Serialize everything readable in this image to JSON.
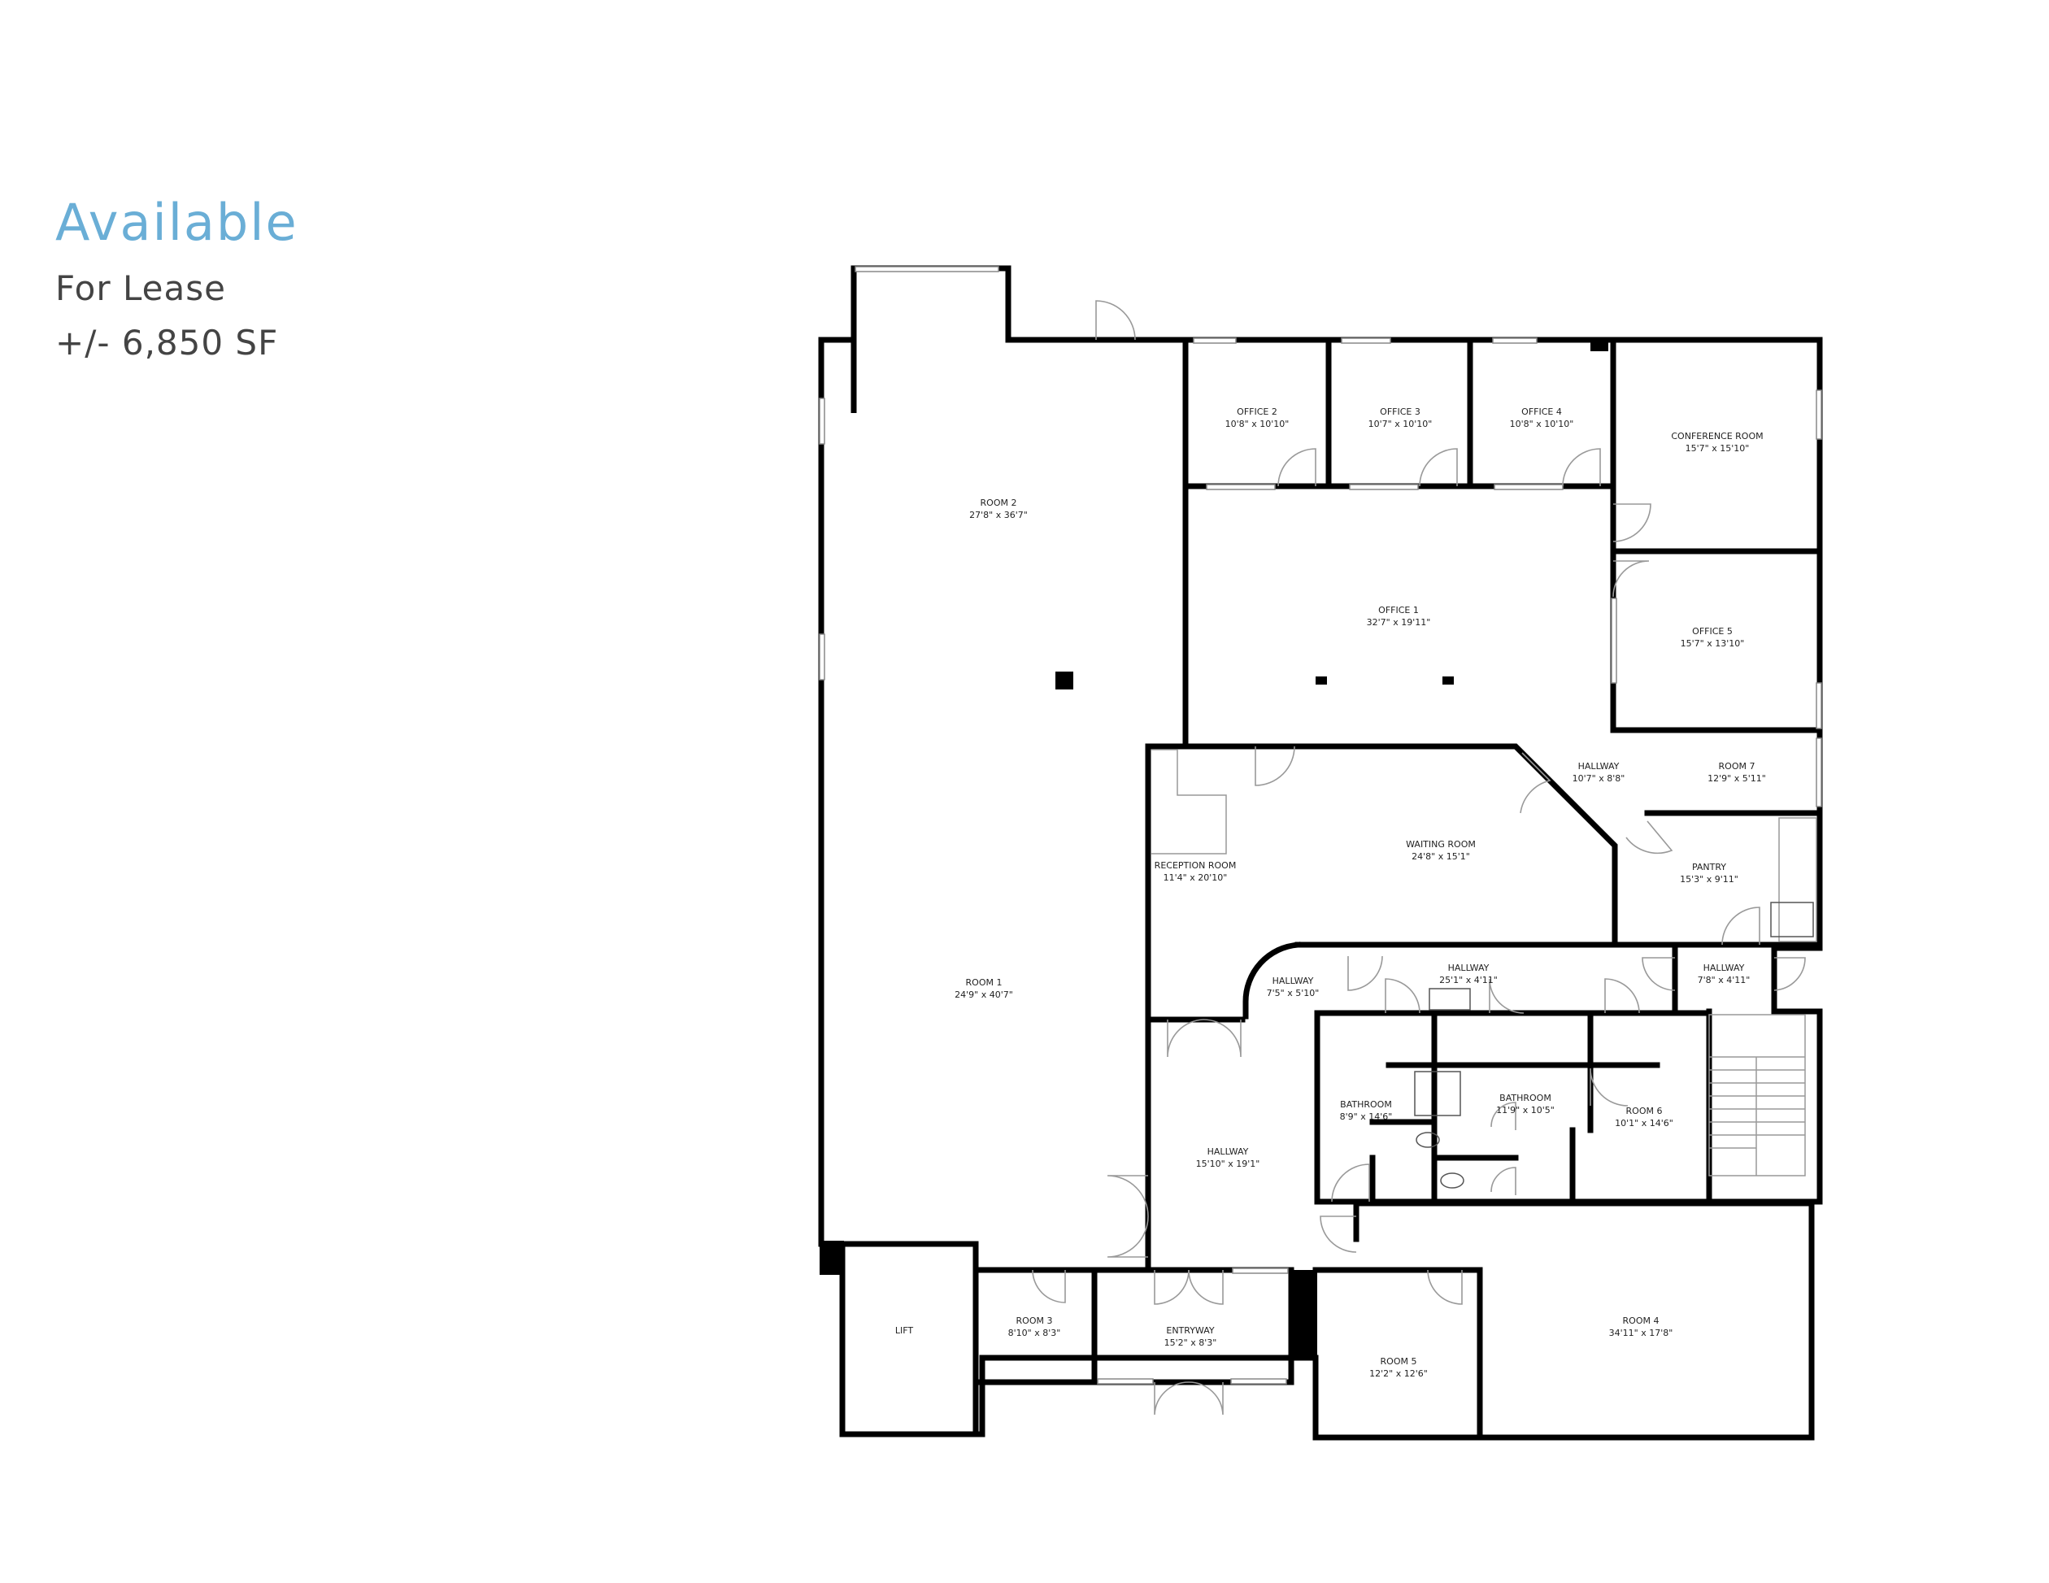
{
  "header": {
    "title": "Available",
    "subtitle": "For Lease",
    "area": "+/- 6,850 SF"
  },
  "colors": {
    "accent": "#6aaed6",
    "text": "#444444",
    "wall": "#000000"
  },
  "rooms": [
    {
      "id": "room2",
      "name": "ROOM 2",
      "dims": "27'8\" x 36'7\""
    },
    {
      "id": "room1",
      "name": "ROOM 1",
      "dims": "24'9\" x 40'7\""
    },
    {
      "id": "office2",
      "name": "OFFICE 2",
      "dims": "10'8\" x 10'10\""
    },
    {
      "id": "office3",
      "name": "OFFICE 3",
      "dims": "10'7\" x 10'10\""
    },
    {
      "id": "office4",
      "name": "OFFICE 4",
      "dims": "10'8\" x 10'10\""
    },
    {
      "id": "conference",
      "name": "CONFERENCE ROOM",
      "dims": "15'7\" x 15'10\""
    },
    {
      "id": "office1",
      "name": "OFFICE 1",
      "dims": "32'7\" x 19'11\""
    },
    {
      "id": "office5",
      "name": "OFFICE 5",
      "dims": "15'7\" x 13'10\""
    },
    {
      "id": "hallway1",
      "name": "HALLWAY",
      "dims": "10'7\" x 8'8\""
    },
    {
      "id": "room7",
      "name": "ROOM 7",
      "dims": "12'9\" x 5'11\""
    },
    {
      "id": "waiting",
      "name": "WAITING ROOM",
      "dims": "24'8\" x 15'1\""
    },
    {
      "id": "reception",
      "name": "RECEPTION ROOM",
      "dims": "11'4\" x 20'10\""
    },
    {
      "id": "pantry",
      "name": "PANTRY",
      "dims": "15'3\" x 9'11\""
    },
    {
      "id": "hallway2",
      "name": "HALLWAY",
      "dims": "7'5\" x 5'10\""
    },
    {
      "id": "hallway3",
      "name": "HALLWAY",
      "dims": "25'1\" x 4'11\""
    },
    {
      "id": "hallway4",
      "name": "HALLWAY",
      "dims": "7'8\" x 4'11\""
    },
    {
      "id": "bathroom1",
      "name": "BATHROOM",
      "dims": "8'9\" x 14'6\""
    },
    {
      "id": "bathroom2",
      "name": "BATHROOM",
      "dims": "11'9\" x 10'5\""
    },
    {
      "id": "room6",
      "name": "ROOM 6",
      "dims": "10'1\" x 14'6\""
    },
    {
      "id": "hallway5",
      "name": "HALLWAY",
      "dims": "15'10\" x 19'1\""
    },
    {
      "id": "lift",
      "name": "LIFT",
      "dims": ""
    },
    {
      "id": "room3",
      "name": "ROOM 3",
      "dims": "8'10\" x 8'3\""
    },
    {
      "id": "entryway",
      "name": "ENTRYWAY",
      "dims": "15'2\" x 8'3\""
    },
    {
      "id": "room5",
      "name": "ROOM 5",
      "dims": "12'2\" x 12'6\""
    },
    {
      "id": "room4",
      "name": "ROOM 4",
      "dims": "34'11\" x 17'8\""
    }
  ]
}
